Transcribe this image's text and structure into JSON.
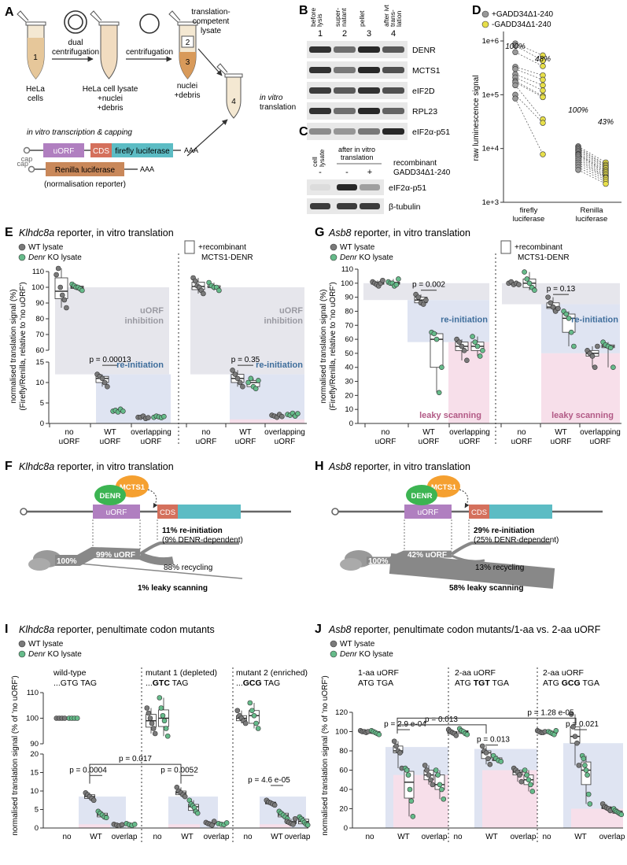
{
  "colors": {
    "wt": "#7a7a7a",
    "ko": "#66bb8a",
    "blue": "#dfe4f2",
    "pink": "#f7dfea",
    "gray": "#e6e6ec",
    "gadd_plus": "#999999",
    "gadd_minus": "#e7df4a",
    "uorf": "#b07fc0",
    "cds": "#d4705c",
    "fluc": "#5cbcc4",
    "rluc": "#c9885a",
    "mcts1": "#f5a030",
    "denr": "#3cb452"
  },
  "A": {
    "letter": "A",
    "tube1": "1",
    "tube2": "2",
    "tube3": "3",
    "tube4": "4",
    "hela_cells": [
      "HeLa",
      "cells"
    ],
    "dual": [
      "dual",
      "centrifugation"
    ],
    "centrifugation": "centrifugation",
    "lysate_nuclei": [
      "HeLa cell lysate",
      "+nuclei",
      "+debris"
    ],
    "competent": [
      "translation-",
      "competent",
      "lysate"
    ],
    "nuclei_debris": [
      "nuclei",
      "+debris"
    ],
    "in_vitro_transl": [
      "in vitro",
      "translation"
    ],
    "ivt_caption": "in vitro transcription & capping",
    "uorf": "uORF",
    "cds": "CDS",
    "fluc": "firefly luciferase",
    "aaa": "AAA",
    "cap": "cap",
    "rluc": "Renilla luciferase",
    "norm": "(normalisation reporter)"
  },
  "B": {
    "letter": "B",
    "cols": [
      "before lysis",
      "super-natant",
      "pellet",
      "after ivt"
    ],
    "col_lines": [
      [
        "before",
        "lysis"
      ],
      [
        "super-",
        "natant"
      ],
      [
        "pellet",
        ""
      ],
      [
        "after ivt",
        "trans-",
        "lation"
      ]
    ],
    "lanes": [
      "1",
      "2",
      "3",
      "4"
    ],
    "bands": [
      "DENR",
      "MCTS1",
      "eIF2D",
      "RPL23",
      "eIF2α-p51"
    ]
  },
  "C": {
    "letter": "C",
    "col1": [
      "cell",
      "lysate"
    ],
    "col2": [
      "after in vitro",
      "translation"
    ],
    "signs": [
      "-",
      "-",
      "+"
    ],
    "recomb": [
      "recombinant",
      "GADD34Δ1-240"
    ],
    "bands": [
      "eIF2α-p51",
      "β-tubulin"
    ]
  },
  "D": {
    "letter": "D",
    "legend": [
      "+GADD34Δ1-240",
      "-GADD34Δ1-240"
    ],
    "ylabel": "raw luminescence signal",
    "yticks": [
      "1e+3",
      "1e+4",
      "1e+5",
      "1e+6"
    ],
    "groups": [
      "firefly luciferase",
      "Renilla luciferase"
    ],
    "group_lines": [
      [
        "firefly",
        "luciferase"
      ],
      [
        "Renilla",
        "luciferase"
      ]
    ],
    "pct": [
      "100%",
      "48%",
      "100%",
      "43%"
    ]
  },
  "chart_data": [
    {
      "panel": "D",
      "type": "scatter",
      "log_y": true,
      "ylim": [
        1000,
        1500000
      ],
      "firefly_plus": [
        900000,
        820000,
        620000,
        330000,
        300000,
        240000,
        210000,
        180000,
        170000,
        150000,
        100000,
        85000
      ],
      "firefly_minus": [
        540000,
        430000,
        340000,
        230000,
        190000,
        150000,
        120000,
        95000,
        90000,
        35000,
        30000,
        7800
      ],
      "renilla_plus": [
        11000,
        10500,
        10000,
        9500,
        9000,
        8500,
        8000,
        7800,
        7500,
        7000,
        6500,
        6000,
        5500,
        5000,
        4500,
        4000
      ],
      "renilla_minus": [
        5500,
        5000,
        4800,
        4500,
        4300,
        4000,
        3800,
        3600,
        3400,
        3200,
        3000,
        2900,
        2800,
        2600,
        2400,
        2200
      ]
    },
    {
      "panel": "E",
      "type": "box",
      "ylabel": "normalised translation signal (%) (Firefly/Renilla, relative to 'no uORF')",
      "title": "Klhdc8a reporter, in vitro translation",
      "legend": [
        "WT lysate",
        "Denr KO lysate"
      ],
      "yticks_upper": [
        "60",
        "70",
        "80",
        "90",
        "100",
        "110"
      ],
      "yticks_lower": [
        "0",
        "5",
        "10",
        "15"
      ],
      "categories": [
        "no uORF",
        "WT uORF",
        "overlapping uORF",
        "no uORF",
        "WT uORF",
        "overlapping uORF"
      ],
      "wt": [
        [
          108,
          112,
          100,
          95,
          92,
          87
        ],
        [
          12,
          11.5,
          11,
          10,
          9
        ],
        [
          1.5,
          1.5,
          1.8,
          1.2,
          1.4
        ],
        [
          106,
          104,
          101,
          100,
          98,
          96
        ],
        [
          13,
          12,
          11,
          10,
          9
        ],
        [
          2,
          1.8,
          1.5,
          2.2,
          1.7
        ]
      ],
      "ko": [
        [
          102,
          101,
          100,
          100,
          99,
          98
        ],
        [
          3,
          3.2,
          2.8,
          3.5,
          3
        ],
        [
          1.5,
          1.8,
          1.6,
          1.4,
          1.7
        ],
        [
          103,
          101,
          100,
          100,
          98
        ],
        [
          10,
          11,
          9,
          8.5,
          10.5
        ],
        [
          2.2,
          2,
          2.5,
          1.8,
          2.4
        ]
      ],
      "pvalues": [
        "p = 0.00013",
        "p = 0.35"
      ],
      "labels": [
        "uORF inhibition",
        "re-initiation",
        "uORF inhibition",
        "re-initiation"
      ],
      "inset": [
        "+recombinant",
        "MCTS1-DENR"
      ]
    },
    {
      "panel": "G",
      "type": "box",
      "ylim": [
        0,
        110
      ],
      "yticks": [
        "0",
        "10",
        "20",
        "30",
        "40",
        "50",
        "60",
        "70",
        "80",
        "90",
        "100",
        "110"
      ],
      "title": "Asb8 reporter, in vitro translation",
      "legend": [
        "WT lysate",
        "Denr KO lysate"
      ],
      "categories": [
        "no uORF",
        "WT uORF",
        "overlapping uORF",
        "no uORF",
        "WT uORF",
        "overlapping uORF"
      ],
      "wt": [
        [
          101,
          100,
          99,
          98,
          100,
          102
        ],
        [
          92,
          90,
          86,
          85,
          88
        ],
        [
          60,
          58,
          55,
          52,
          45
        ],
        [
          100,
          101,
          99,
          100,
          99
        ],
        [
          90,
          86,
          83,
          80,
          82
        ],
        [
          52,
          50,
          48,
          40,
          55
        ]
      ],
      "ko": [
        [
          101,
          100,
          100,
          98,
          99,
          103
        ],
        [
          65,
          64,
          60,
          22,
          40
        ],
        [
          62,
          58,
          55,
          48,
          52
        ],
        [
          108,
          103,
          100,
          97,
          95
        ],
        [
          80,
          78,
          75,
          65,
          55
        ],
        [
          58,
          56,
          55,
          54,
          40
        ]
      ],
      "pvalues": [
        "p = 0.002",
        "p = 0.13"
      ],
      "labels": [
        "re-initiation",
        "leaky scanning",
        "re-initiation",
        "leaky scanning"
      ],
      "inset": [
        "+recombinant",
        "MCTS1-DENR"
      ]
    },
    {
      "panel": "I",
      "type": "box",
      "title": "Klhdc8a reporter, penultimate codon mutants",
      "legend": [
        "WT lysate",
        "Denr KO lysate"
      ],
      "ylabel": "normalised translation signal (% of 'no uORF')",
      "yticks_upper": [
        "90",
        "100",
        "110"
      ],
      "yticks_lower": [
        "0",
        "5",
        "10",
        "15",
        "20"
      ],
      "categories": [
        "no",
        "WT",
        "overlap",
        "no",
        "WT",
        "overlap",
        "no",
        "WT",
        "overlap"
      ],
      "groups": [
        "wild-type",
        "...GTG TAG",
        "mutant 1 (depleted)",
        "...GTC TAG",
        "mutant 2 (enriched)",
        "...GCG TAG"
      ],
      "wt": [
        [
          100,
          100,
          100,
          100
        ],
        [
          9.5,
          9,
          8.5,
          8,
          7.5
        ],
        [
          1,
          0.8,
          0.6,
          0.9
        ],
        [
          104,
          102,
          100,
          98,
          96,
          94
        ],
        [
          11,
          10,
          9.5,
          9,
          8.5
        ],
        [
          1.5,
          1.2,
          1,
          0.8,
          1.8
        ],
        [
          103,
          101,
          100,
          99,
          98
        ],
        [
          7.5,
          7,
          6.8,
          6.5,
          6.2
        ],
        [
          1.8,
          1.5,
          1.2,
          1,
          2.5
        ]
      ],
      "ko": [
        [
          100,
          100,
          100,
          100
        ],
        [
          4.5,
          4,
          3.5,
          3,
          2.8
        ],
        [
          1.2,
          0.9,
          0.7,
          1
        ],
        [
          108,
          104,
          101,
          99,
          96,
          93
        ],
        [
          7.5,
          6.5,
          6,
          5.5,
          4.5,
          4
        ],
        [
          1.2,
          1,
          0.9,
          1.4
        ],
        [
          106,
          103,
          101,
          98,
          96
        ],
        [
          4.5,
          4,
          3.5,
          3,
          2.5
        ],
        [
          3,
          2.5,
          2,
          1.5,
          1,
          0.8
        ]
      ],
      "pvalues": [
        "p = 0.0004",
        "p = 0.0052",
        "p = 4.6 e-05",
        "p = 0.017"
      ]
    },
    {
      "panel": "J",
      "type": "box",
      "ylim": [
        0,
        120
      ],
      "yticks": [
        "0",
        "20",
        "40",
        "60",
        "80",
        "100",
        "120"
      ],
      "title": "Asb8 reporter, penultimate codon mutants/1-aa vs. 2-aa uORF",
      "legend": [
        "WT lysate",
        "Denr KO lysate"
      ],
      "ylabel": "normalised translation signal (% of 'no uORF')",
      "categories": [
        "no",
        "WT",
        "overlap",
        "no",
        "WT",
        "overlap",
        "no",
        "WT",
        "overlap"
      ],
      "groups": [
        "1-aa uORF",
        "ATG TGA",
        "2-aa uORF",
        "ATG TGT TGA",
        "2-aa uORF",
        "ATG GCG TGA"
      ],
      "wt": [
        [
          101,
          100,
          100,
          99,
          100
        ],
        [
          90,
          85,
          80,
          78,
          62
        ],
        [
          65,
          60,
          55,
          50,
          45
        ],
        [
          102,
          100,
          99,
          98,
          96
        ],
        [
          85,
          80,
          78,
          72,
          66
        ],
        [
          62,
          60,
          58,
          55,
          48
        ]
      ],
      "ko": [
        [
          101,
          100,
          99,
          98,
          97
        ],
        [
          62,
          60,
          55,
          40,
          28,
          12
        ],
        [
          60,
          55,
          45,
          40,
          30
        ],
        [
          103,
          101,
          100,
          98,
          97
        ],
        [
          75,
          72,
          70,
          69
        ],
        [
          60,
          55,
          50,
          45,
          38
        ]
      ],
      "wt3": [
        [
          101,
          100,
          99,
          99,
          100
        ],
        [
          118,
          105,
          95,
          88,
          65
        ],
        [
          25,
          22,
          21,
          20,
          18
        ]
      ],
      "pvalues": [
        "p = 2.9 e-04",
        "p = 0.013",
        "p = 0.013",
        "p = 1.28 e-05",
        "p = 0.021"
      ]
    }
  ],
  "E": {
    "letter": "E",
    "title_it": "Klhdc8a",
    "title_rest": " reporter, in vitro translation",
    "wt": "WT lysate",
    "ko_it": "Denr",
    "ko_rest": " KO lysate",
    "ylabel1": "normalised translation signal (%)",
    "ylabel2": "(Firefly/Renilla, relative to 'no uORF')",
    "p1": "p = 0.00013",
    "p2": "p = 0.35",
    "inhib": [
      "uORF",
      "inhibition"
    ],
    "reinit": "re-initiation",
    "inset": [
      "+recombinant",
      "MCTS1-DENR"
    ],
    "xcats": [
      [
        "no",
        "uORF"
      ],
      [
        "WT",
        "uORF"
      ],
      [
        "overlapping",
        "uORF"
      ]
    ]
  },
  "G": {
    "letter": "G",
    "title_it": "Asb8",
    "title_rest": " reporter, in vitro translation",
    "p1": "p = 0.002",
    "p2": "p = 0.13",
    "reinit": "re-initiation",
    "leaky": "leaky scanning"
  },
  "F": {
    "letter": "F",
    "title_it": "Klhdc8a",
    "title_rest": " reporter, in vitro translation",
    "mcts1": "MCTS1",
    "denr": "DENR",
    "uorf": "uORF",
    "cds": "CDS",
    "p100": "100%",
    "p99": "99% uORF",
    "reinit": "11% re-initiation",
    "reinit_sub": "(9% DENR-dependent)",
    "recyc": "88% recycling",
    "leaky": "1% leaky scanning"
  },
  "H": {
    "letter": "H",
    "title_it": "Asb8",
    "title_rest": " reporter, in vitro translation",
    "mcts1": "MCTS1",
    "denr": "DENR",
    "uorf": "uORF",
    "cds": "CDS",
    "p100": "100%",
    "p42": "42% uORF",
    "reinit": "29% re-initiation",
    "reinit_sub": "(25% DENR-dependent)",
    "recyc": "13% recycling",
    "leaky": "58% leaky scanning"
  },
  "I": {
    "letter": "I",
    "title_it": "Klhdc8a",
    "title_rest": " reporter, penultimate codon mutants",
    "g1": [
      "wild-type",
      "...GTG TAG"
    ],
    "g2": [
      "mutant 1 (depleted)",
      "...",
      "GTC",
      " TAG"
    ],
    "g3": [
      "mutant 2 (enriched)",
      "...",
      "GCG",
      " TAG"
    ],
    "xcats": [
      "no",
      "WT",
      "overlap"
    ]
  },
  "J": {
    "letter": "J",
    "title_it": "Asb8",
    "title_rest": " reporter, penultimate codon mutants/1-aa vs. 2-aa uORF",
    "g1": [
      "1-aa uORF",
      "ATG TGA"
    ],
    "g2": [
      "2-aa uORF",
      "ATG ",
      "TGT",
      " TGA"
    ],
    "g3": [
      "2-aa uORF",
      "ATG ",
      "GCG",
      " TGA"
    ]
  }
}
